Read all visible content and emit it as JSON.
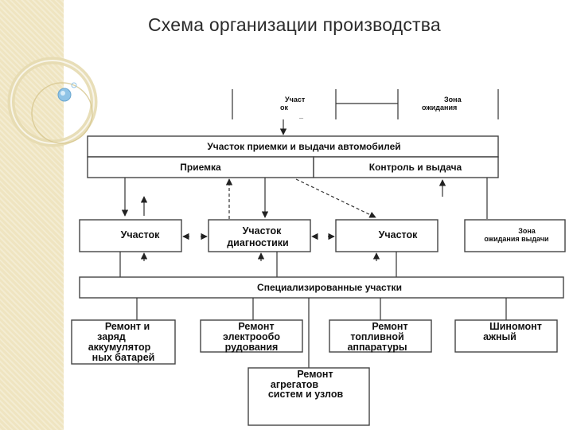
{
  "title": "Схема организации производства",
  "colors": {
    "strip": "#efe4c0",
    "ring": "#d9c98f",
    "bubble": "#8fc3e6",
    "line": "#333333"
  },
  "diagram": {
    "top_left_label": [
      "Участ",
      "ок",
      "_"
    ],
    "top_right_label": [
      "Зона",
      "ожидания"
    ],
    "reception_header": "Участок приемки и выдачи автомобилей",
    "reception_left": "Приемка",
    "reception_right": "Контроль и выдача",
    "area_1": "Участок",
    "diagnostics": [
      "Участок",
      "диагностики"
    ],
    "area_3": "Участок",
    "waiting_zone": [
      "Зона",
      "ожидания выдачи"
    ],
    "specialized": "Специализированные участки",
    "battery": [
      "Ремонт и",
      "заряд",
      "аккумулятор",
      "ных батарей"
    ],
    "electrical": [
      "Ремонт",
      "электрообо",
      "рудования"
    ],
    "fuel": [
      "Ремонт",
      "топливной",
      "аппаратуры"
    ],
    "tires": [
      "Шиномонт",
      "ажный"
    ],
    "aggregates": [
      "Ремонт",
      "агрегатов",
      "систем и узлов"
    ]
  }
}
